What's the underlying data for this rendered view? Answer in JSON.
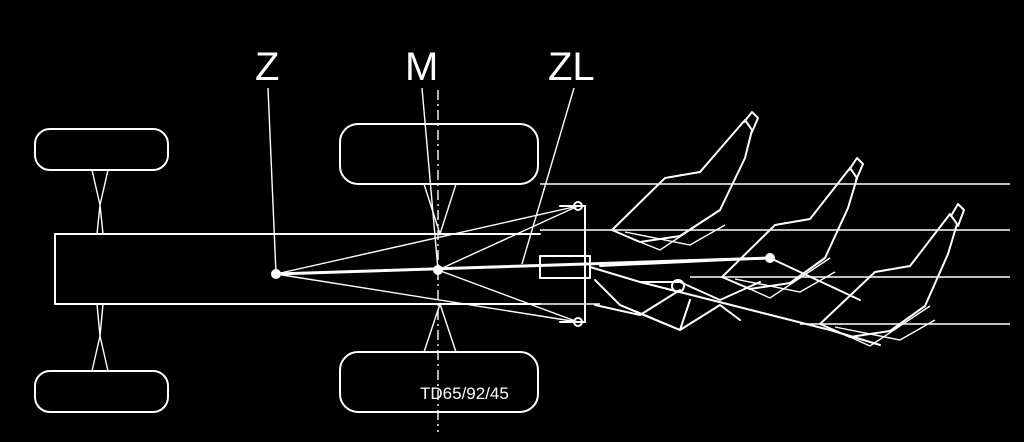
{
  "labels": {
    "z": "Z",
    "m": "M",
    "zl": "ZL"
  },
  "drawing_number": "TD65/92/45",
  "colors": {
    "background": "#000000",
    "line": "#ffffff"
  }
}
